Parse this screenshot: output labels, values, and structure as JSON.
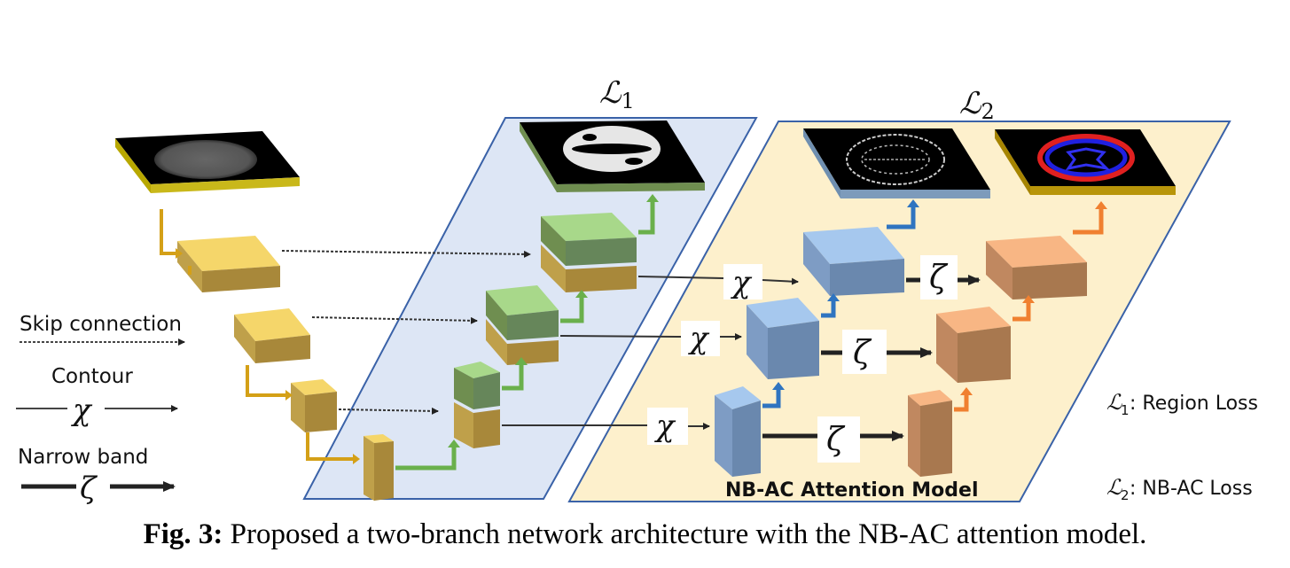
{
  "legend": {
    "skip_label": "Skip connection",
    "contour_label": "Contour",
    "contour_symbol": "χ",
    "narrow_label": "Narrow band",
    "narrow_symbol": "ζ"
  },
  "panels": {
    "region": {
      "title_symbol": "ℒ",
      "title_sub": "1",
      "color": "#dde6f5",
      "border": "#3a62a8"
    },
    "attention": {
      "title_symbol": "ℒ",
      "title_sub": "2",
      "color": "#fdf0cc",
      "border": "#3a62a8",
      "label": "NB-AC Attention Model"
    }
  },
  "operators": {
    "contour": "χ",
    "narrow": "ζ"
  },
  "loss_legend": [
    {
      "symbol": "ℒ",
      "sub": "1",
      "text": ": Region Loss"
    },
    {
      "symbol": "ℒ",
      "sub": "2",
      "text": ": NB-AC Loss"
    }
  ],
  "colors": {
    "encoder": "#e8c85a",
    "decoder_green": "#8fbf6a",
    "attention_blue": "#7ea7d6",
    "attention_orange": "#e8a070",
    "arrow_gold": "#d4a017",
    "arrow_green": "#6ab04c",
    "arrow_blue": "#2f74c0",
    "arrow_orange": "#f08030"
  },
  "caption": {
    "prefix": "Fig. 3:",
    "text": " Proposed a two-branch network architecture with the NB-AC attention model."
  }
}
